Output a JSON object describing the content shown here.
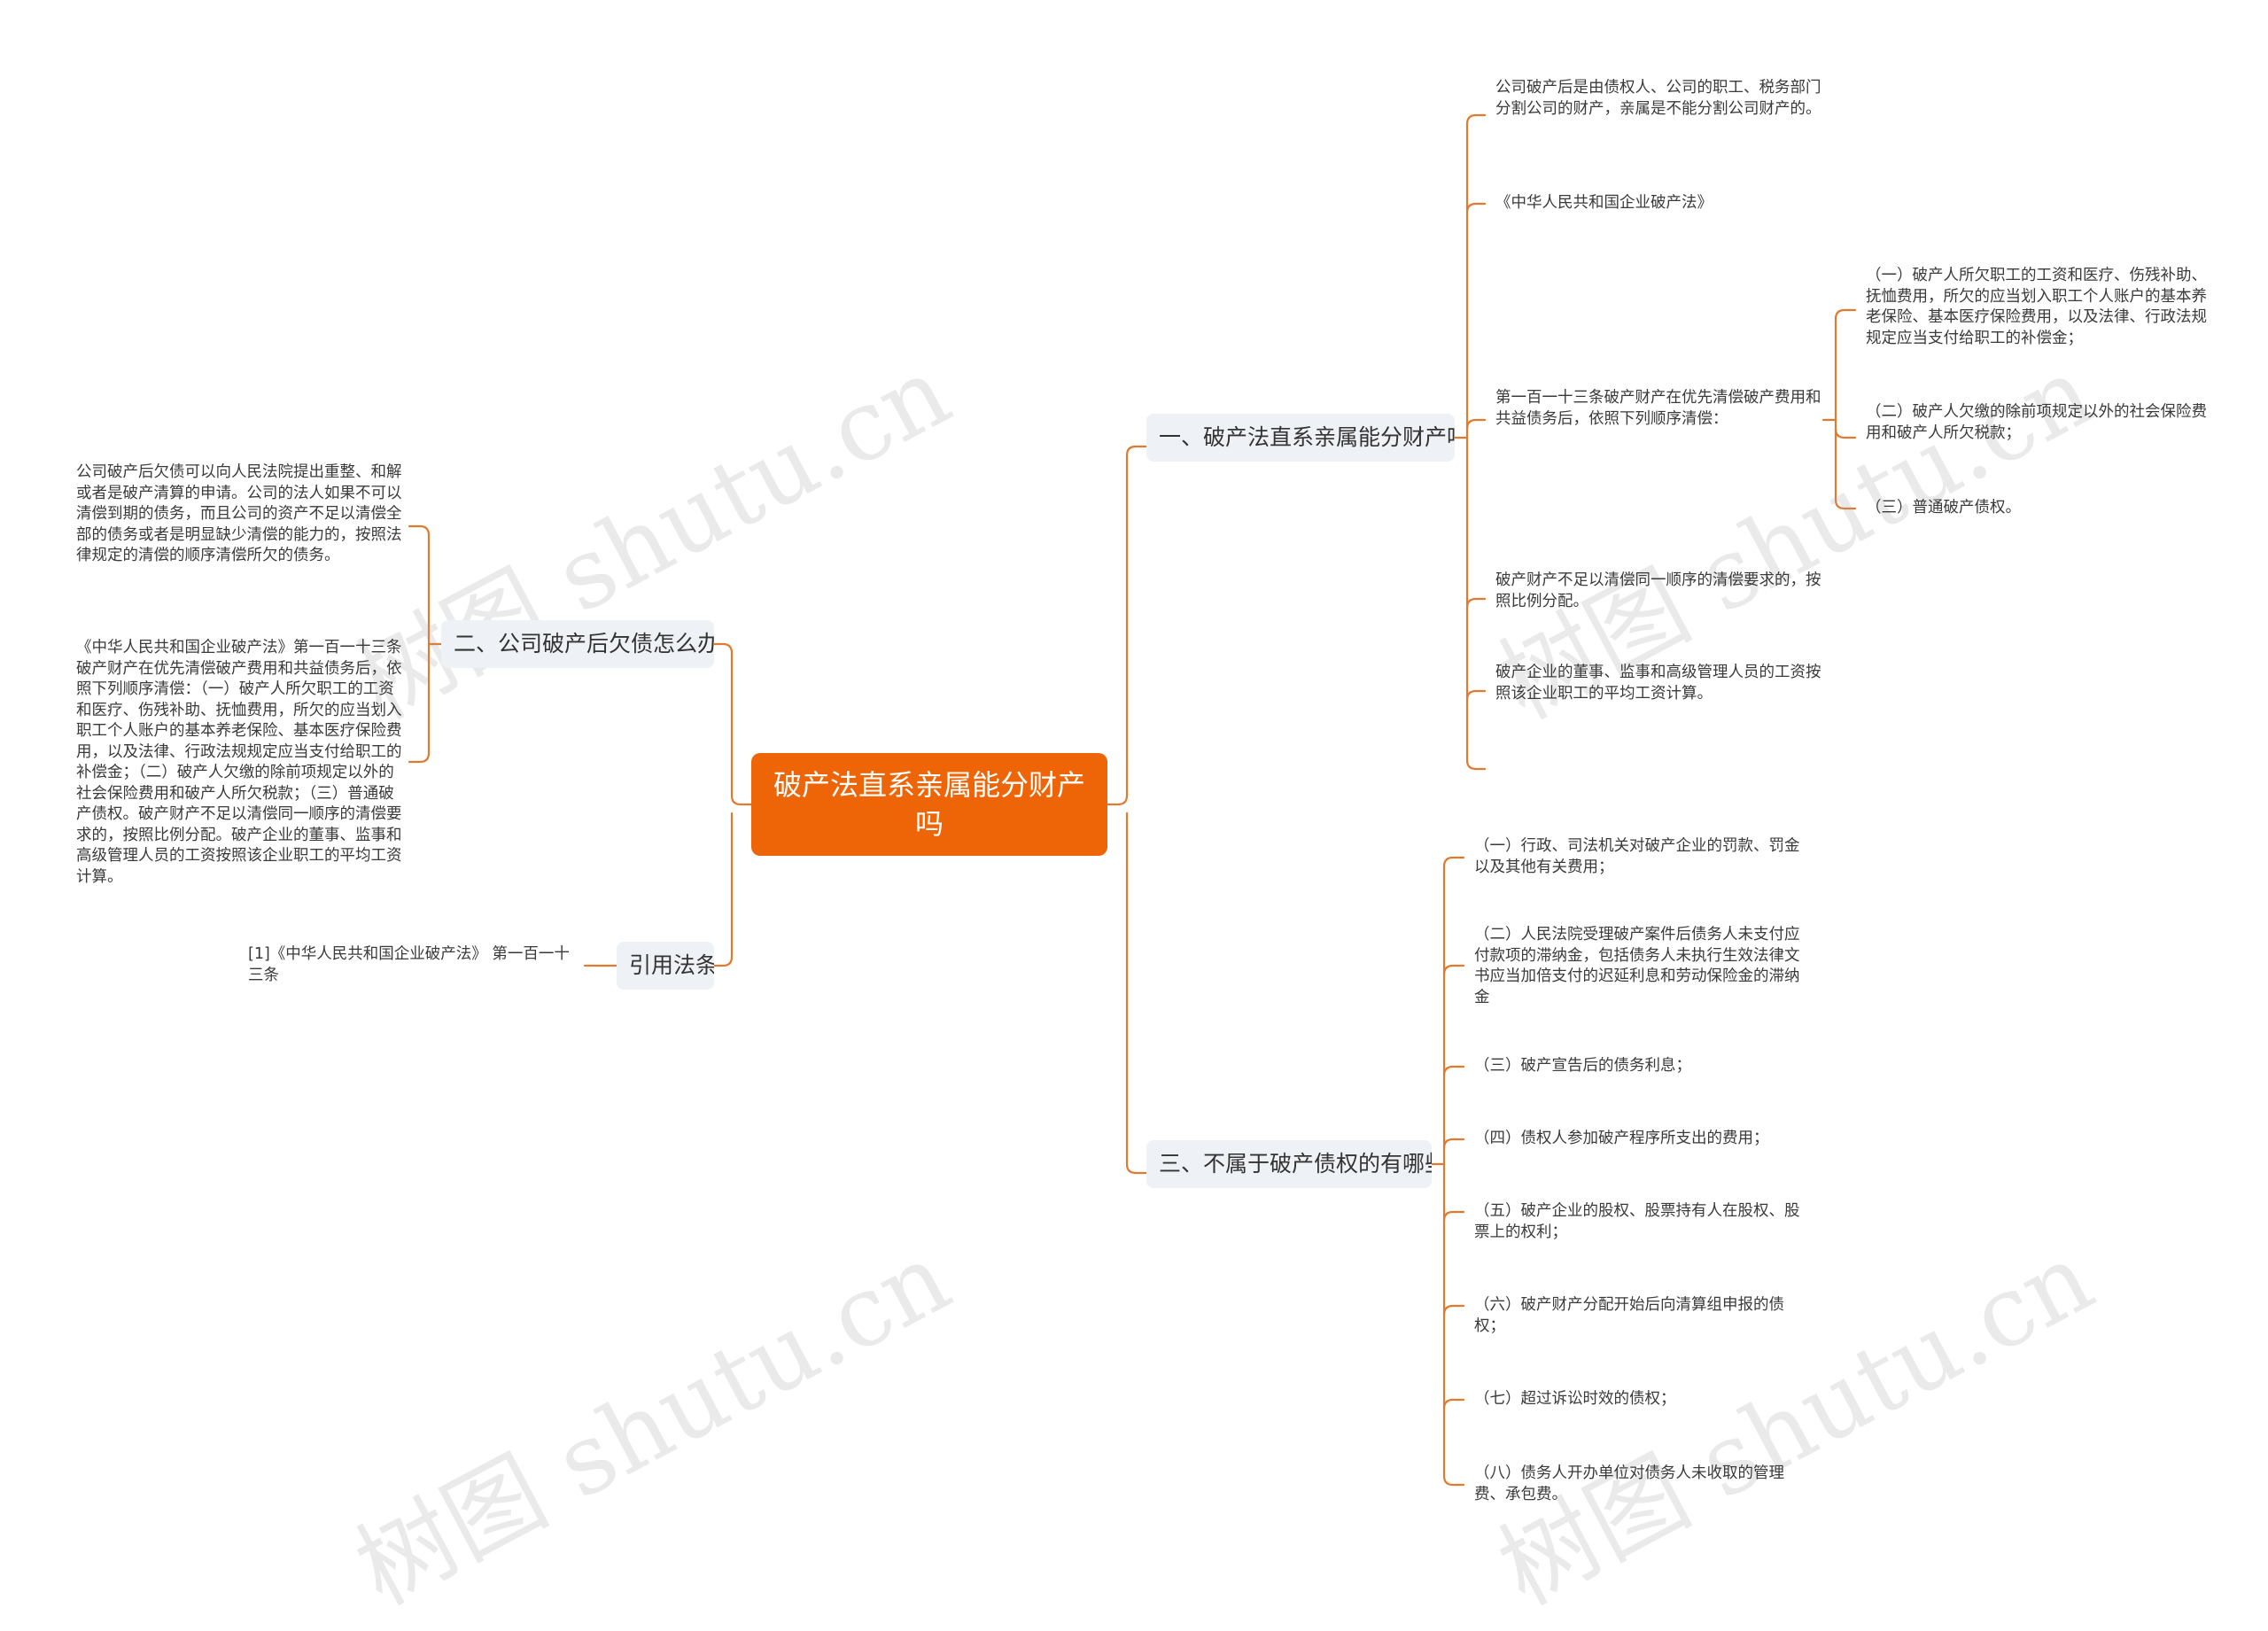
{
  "colors": {
    "root_bg": "#ee6507",
    "line": "#e07a2e",
    "branch_bg": "#eef1f5",
    "watermark": "#a0a0a0"
  },
  "root": {
    "label": "破产法直系亲属能分财产吗"
  },
  "watermark": "树图 shutu.cn",
  "branch1": {
    "label": "一、破产法直系亲属能分财产吗",
    "leaves": [
      "公司破产后是由债权人、公司的职工、税务部门分割公司的财产，亲属是不能分割公司财产的。",
      "《中华人民共和国企业破产法》",
      "第一百一十三条破产财产在优先清偿破产费用和共益债务后，依照下列顺序清偿：",
      "破产财产不足以清偿同一顺序的清偿要求的，按照比例分配。",
      "破产企业的董事、监事和高级管理人员的工资按照该企业职工的平均工资计算。"
    ],
    "subleaves": [
      "（一）破产人所欠职工的工资和医疗、伤残补助、抚恤费用，所欠的应当划入职工个人账户的基本养老保险、基本医疗保险费用，以及法律、行政法规规定应当支付给职工的补偿金；",
      "（二）破产人欠缴的除前项规定以外的社会保险费用和破产人所欠税款；",
      "（三）普通破产债权。"
    ]
  },
  "branch2": {
    "label": "二、公司破产后欠债怎么办",
    "leaves": [
      "公司破产后欠债可以向人民法院提出重整、和解或者是破产清算的申请。公司的法人如果不可以清偿到期的债务，而且公司的资产不足以清偿全部的债务或者是明显缺少清偿的能力的，按照法律规定的清偿的顺序清偿所欠的债务。",
      "《中华人民共和国企业破产法》第一百一十三条破产财产在优先清偿破产费用和共益债务后，依照下列顺序清偿：（一）破产人所欠职工的工资和医疗、伤残补助、抚恤费用，所欠的应当划入职工个人账户的基本养老保险、基本医疗保险费用，以及法律、行政法规规定应当支付给职工的补偿金；（二）破产人欠缴的除前项规定以外的社会保险费用和破产人所欠税款；（三）普通破产债权。破产财产不足以清偿同一顺序的清偿要求的，按照比例分配。破产企业的董事、监事和高级管理人员的工资按照该企业职工的平均工资计算。"
    ]
  },
  "branch3": {
    "label": "引用法条",
    "leaves": [
      "[1]《中华人民共和国企业破产法》 第一百一十三条"
    ]
  },
  "branch4": {
    "label": "三、不属于破产债权的有哪些",
    "leaves": [
      "（一）行政、司法机关对破产企业的罚款、罚金以及其他有关费用；",
      "（二）人民法院受理破产案件后债务人未支付应付款项的滞纳金，包括债务人未执行生效法律文书应当加倍支付的迟延利息和劳动保险金的滞纳金",
      "（三）破产宣告后的债务利息；",
      "（四）债权人参加破产程序所支出的费用；",
      "（五）破产企业的股权、股票持有人在股权、股票上的权利；",
      "（六）破产财产分配开始后向清算组申报的债权；",
      "（七）超过诉讼时效的债权；",
      "（八）债务人开办单位对债务人未收取的管理费、承包费。"
    ]
  }
}
